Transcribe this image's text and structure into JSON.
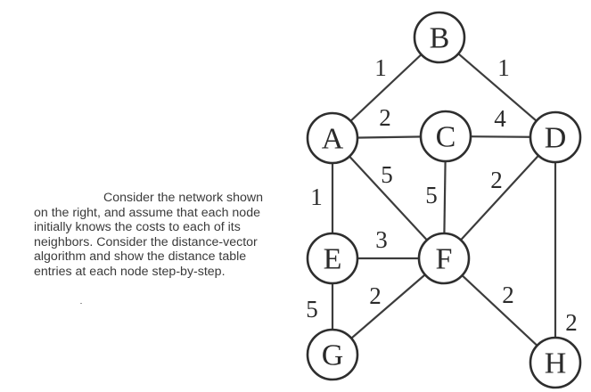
{
  "description": {
    "lines": [
      "Consider the network shown",
      "on the right, and assume that each node",
      "initially knows the costs to each of its",
      "neighbors. Consider the distance-vector",
      "algorithm and show the distance table",
      "entries at each node step-by-step."
    ]
  },
  "graph": {
    "nodes": [
      {
        "id": "B",
        "label": "B"
      },
      {
        "id": "A",
        "label": "A"
      },
      {
        "id": "C",
        "label": "C"
      },
      {
        "id": "D",
        "label": "D"
      },
      {
        "id": "E",
        "label": "E"
      },
      {
        "id": "F",
        "label": "F"
      },
      {
        "id": "G",
        "label": "G"
      },
      {
        "id": "H",
        "label": "H"
      }
    ],
    "edges": [
      {
        "from": "A",
        "to": "B",
        "cost": "1"
      },
      {
        "from": "B",
        "to": "D",
        "cost": "1"
      },
      {
        "from": "A",
        "to": "C",
        "cost": "2"
      },
      {
        "from": "C",
        "to": "D",
        "cost": "4"
      },
      {
        "from": "A",
        "to": "F",
        "cost": "5"
      },
      {
        "from": "C",
        "to": "F",
        "cost": "5"
      },
      {
        "from": "D",
        "to": "F",
        "cost": "2"
      },
      {
        "from": "A",
        "to": "E",
        "cost": "1"
      },
      {
        "from": "E",
        "to": "F",
        "cost": "3"
      },
      {
        "from": "E",
        "to": "G",
        "cost": "5"
      },
      {
        "from": "F",
        "to": "G",
        "cost": "2"
      },
      {
        "from": "F",
        "to": "H",
        "cost": "2"
      },
      {
        "from": "D",
        "to": "H",
        "cost": "2"
      }
    ]
  },
  "colors": {
    "stroke": "#2e2e2e",
    "text": "#3a3a3a",
    "background": "#ffffff"
  }
}
